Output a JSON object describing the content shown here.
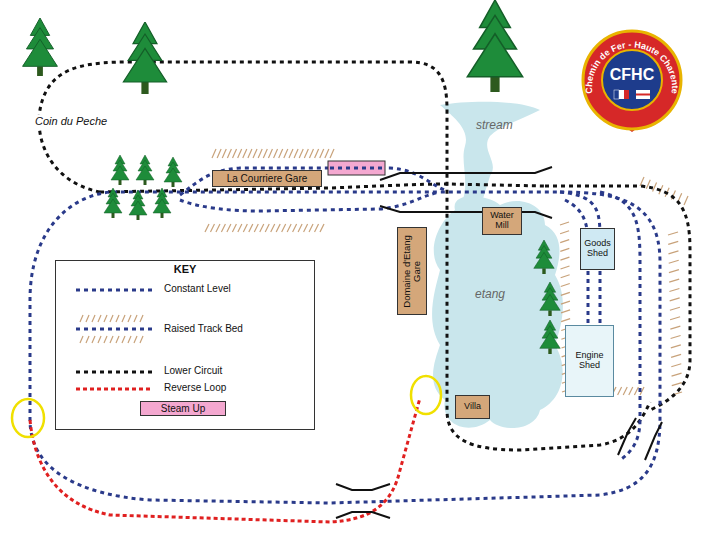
{
  "diagram": {
    "nodes": [
      {
        "text": [
          "CFHC",
          "Chemin de Fer - Haute Charente"
        ]
      },
      {
        "text": [
          "La Courriere Gare"
        ]
      },
      {
        "text": [
          "Water Mill"
        ]
      },
      {
        "text": [
          "Domaine d'Etang Gare"
        ]
      },
      {
        "text": [
          "Goods Shed"
        ]
      },
      {
        "text": [
          "KEY"
        ]
      },
      {
        "text": [
          "Engine Shed"
        ]
      },
      {
        "text": [
          "Villa"
        ]
      }
    ],
    "labels": [
      "Coin du Peche",
      "stream",
      "etang"
    ],
    "legend": [
      {
        "text": "Constant Level"
      },
      {
        "text": "Raised Track Bed"
      },
      {
        "text": "Lower Circuit"
      },
      {
        "text": "Reverse Loop"
      },
      {
        "text": "Steam Up",
        "color": "#f4a8d0"
      }
    ]
  }
}
